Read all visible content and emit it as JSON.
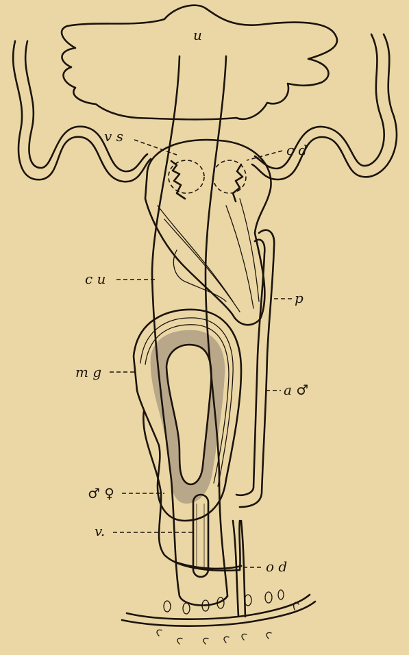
{
  "figure": {
    "background": "#ead7a5",
    "ink_color": "#1c140c",
    "labels": {
      "u": "u",
      "vs": "v s",
      "cd": "c d",
      "cu": "c u",
      "p": "p",
      "mg": "m g",
      "a_male": "a ♂",
      "male_female": "♂ ♀",
      "v": "v.",
      "od": "o d"
    }
  }
}
